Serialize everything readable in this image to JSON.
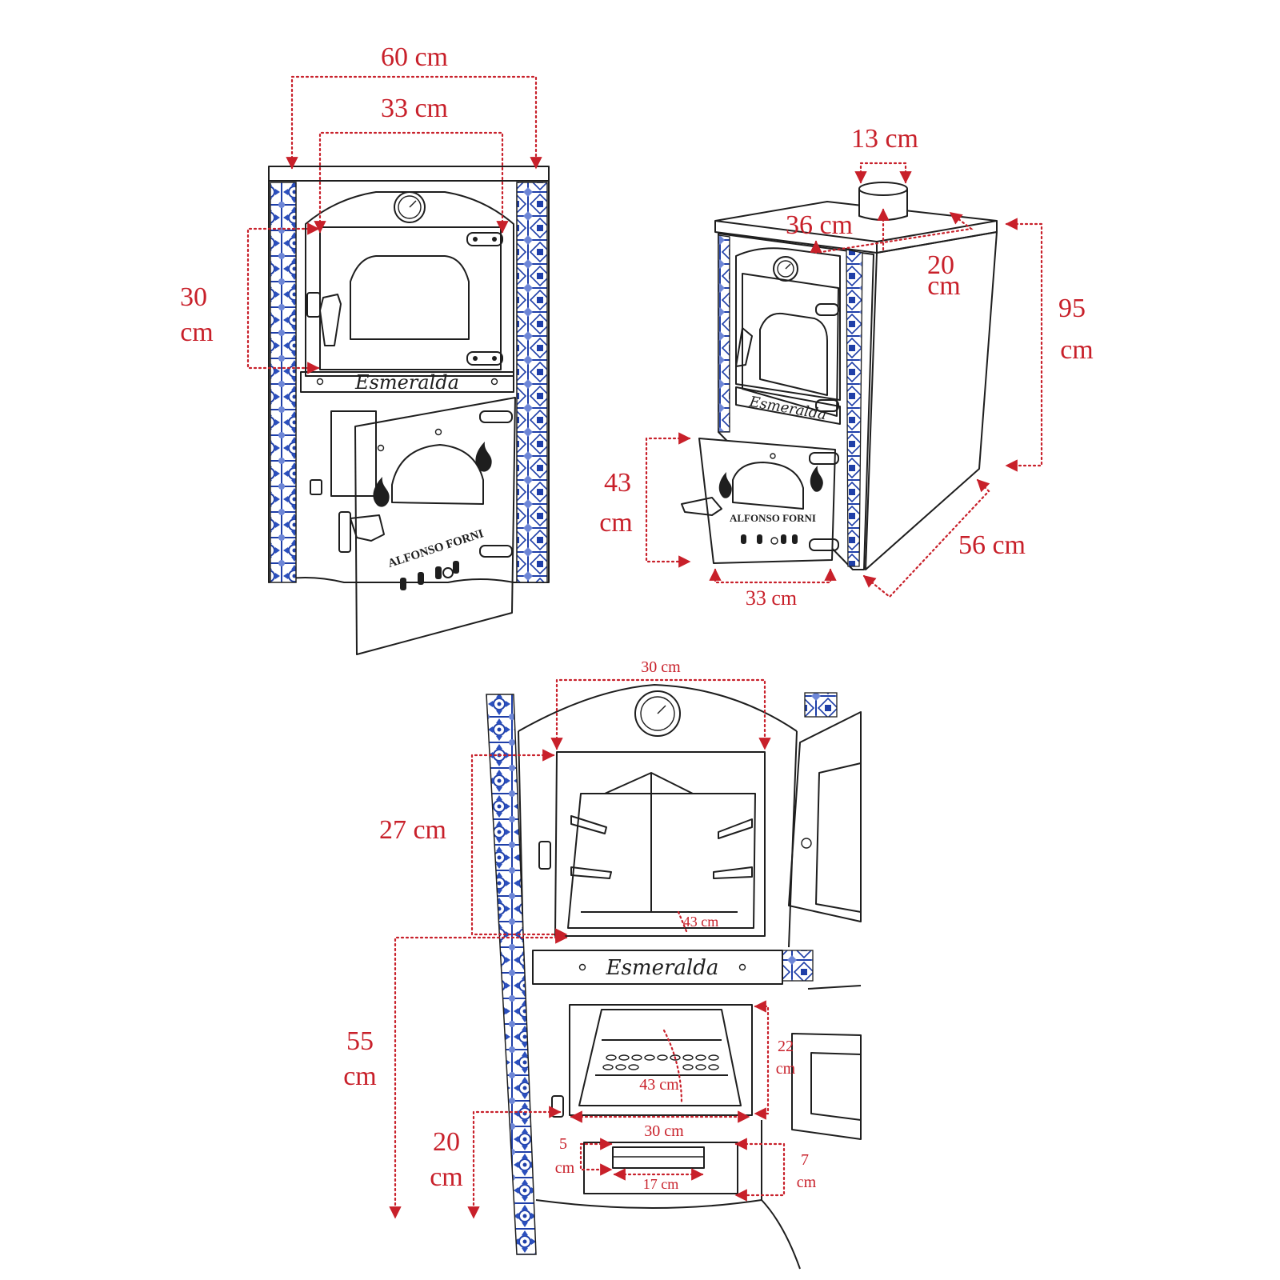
{
  "views": {
    "front": {
      "brand_plate": "Esmeralda",
      "door_logo": "ALFONSO FORNI",
      "dims": {
        "total_width": "60 cm",
        "oven_door_width": "33 cm",
        "oven_door_height": [
          "30",
          "cm"
        ]
      }
    },
    "perspective": {
      "brand_plate": "Esmeralda",
      "door_logo": "ALFONSO FORNI",
      "dims": {
        "flue": "13 cm",
        "top_width": "36 cm",
        "top_depth": [
          "20",
          "cm"
        ],
        "height": [
          "95",
          "cm"
        ],
        "depth": "56 cm",
        "door_height": [
          "43",
          "cm"
        ],
        "door_width": "33 cm"
      }
    },
    "interior": {
      "brand_plate": "Esmeralda",
      "dims": {
        "oven_width": "30 cm",
        "oven_height": "27 cm",
        "oven_depth": "43 cm",
        "floor_height": [
          "55",
          "cm"
        ],
        "firebox_height": [
          "22",
          "cm"
        ],
        "firebox_depth": "43 cm",
        "firebox_width": "30 cm",
        "drawer_floor": [
          "20",
          "cm"
        ],
        "drawer_gap": [
          "5",
          "cm"
        ],
        "drawer_width": "17 cm",
        "drawer_height": [
          "7",
          "cm"
        ]
      }
    }
  },
  "colors": {
    "dimension": "#c8202a",
    "line": "#1e1e1e",
    "tile": "#1f3fa8"
  },
  "icons": [
    "thermometer-gauge-icon",
    "flame-icon",
    "hinge-icon",
    "handle-icon"
  ]
}
